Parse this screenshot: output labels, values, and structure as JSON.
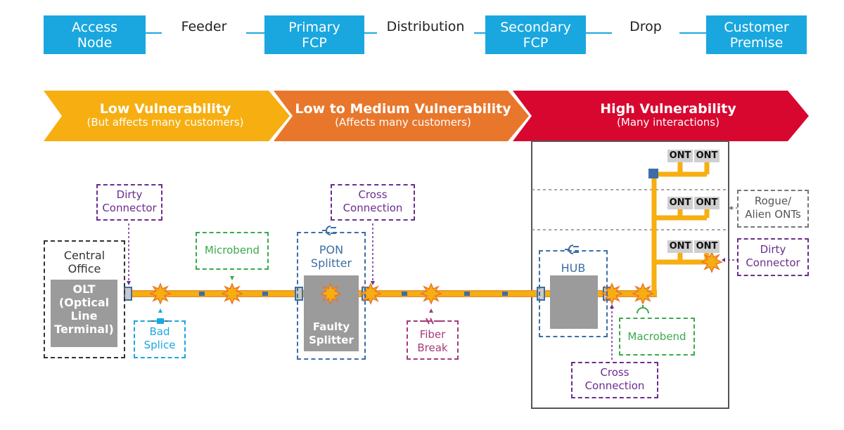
{
  "top_row": {
    "nodes": [
      "Access\nNode",
      "Primary\nFCP",
      "Secondary\nFCP",
      "Customer\nPremise"
    ],
    "links": [
      "Feeder",
      "Distribution",
      "Drop"
    ]
  },
  "zones": [
    {
      "title": "Low Vulnerability",
      "subtitle": "(But affects many customers)",
      "color": "#f6ae11"
    },
    {
      "title": "Low to Medium Vulnerability",
      "subtitle": "(Affects many customers)",
      "color": "#e8772b"
    },
    {
      "title": "High Vulnerability",
      "subtitle": "(Many interactions)",
      "color": "#d8072f"
    }
  ],
  "central_office": {
    "label": "Central\nOffice",
    "olt": "OLT\n(Optical\nLine\nTerminal)"
  },
  "pon_splitter": {
    "label": "PON\nSplitter",
    "device": "Faulty\nSplitter"
  },
  "hub": {
    "label": "HUB"
  },
  "ont_label": "ONT",
  "faults": {
    "dirty_connector_1": "Dirty\nConnector",
    "bad_splice": "Bad\nSplice",
    "microbend": "Microbend",
    "cross_connection_1": "Cross\nConnection",
    "fiber_break": "Fiber\nBreak",
    "macrobend": "Macrobend",
    "cross_connection_2": "Cross\nConnection",
    "rogue_onts": "Rogue/\nAlien ONTs",
    "dirty_connector_2": "Dirty\nConnector"
  },
  "colors": {
    "top_box": "#1aa7df",
    "fiber": "#f6ae11",
    "purple": "#6b2d8f",
    "green": "#3aab4a",
    "cyan": "#1aa7df",
    "blue_dash": "#3c6ea5",
    "magenta": "#a63a7a",
    "gray_dash": "#777777"
  }
}
